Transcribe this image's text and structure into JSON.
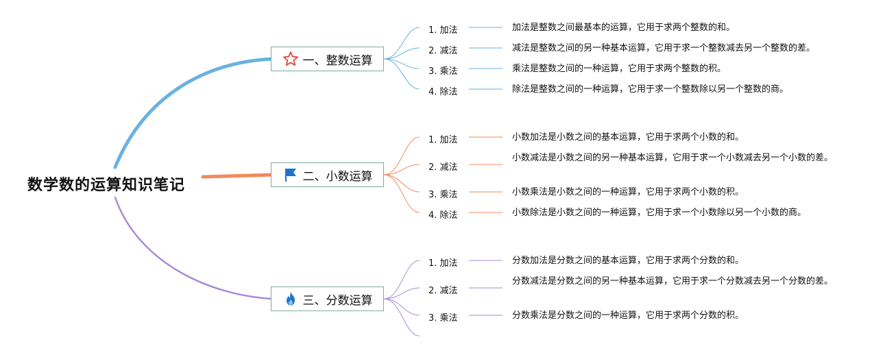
{
  "root": {
    "title": "数学数的运算知识笔记"
  },
  "colors": {
    "branch1": "#6ab2e0",
    "branch2": "#f2895c",
    "branch3": "#a98bd6",
    "box_border": "#7fa9a0"
  },
  "branches": [
    {
      "title": "一、整数运算",
      "icon": "star-icon",
      "color": "#6ab2e0",
      "items": [
        {
          "label": "1. 加法",
          "desc": "加法是整数之间最基本的运算，它用于求两个整数的和。"
        },
        {
          "label": "2. 减法",
          "desc": "减法是整数之间的另一种基本运算，它用于求一个整数减去另一个整数的差。"
        },
        {
          "label": "3. 乘法",
          "desc": "乘法是整数之间的一种运算，它用于求两个整数的积。"
        },
        {
          "label": "4. 除法",
          "desc": "除法是整数之间的一种运算，它用于求一个整数除以另一个整数的商。"
        }
      ]
    },
    {
      "title": "二、小数运算",
      "icon": "flag-icon",
      "color": "#f2895c",
      "items": [
        {
          "label": "1. 加法",
          "desc": "小数加法是小数之间的基本运算，它用于求两个小数的和。"
        },
        {
          "label": "2. 减法",
          "desc": "小数减法是小数之间的另一种基本运算，它用于求一个小数减去另一个小数的差。"
        },
        {
          "label": "3. 乘法",
          "desc": "小数乘法是小数之间的一种运算，它用于求两个小数的积。"
        },
        {
          "label": "4. 除法",
          "desc": "小数除法是小数之间的一种运算，它用于求一个小数除以另一个小数的商。"
        }
      ]
    },
    {
      "title": "三、分数运算",
      "icon": "fire-icon",
      "color": "#a98bd6",
      "items": [
        {
          "label": "1. 加法",
          "desc": "分数加法是分数之间的基本运算，它用于求两个分数的和。"
        },
        {
          "label": "2. 减法",
          "desc": "分数减法是分数之间的另一种基本运算，它用于求一个分数减去另一个分数的差。"
        },
        {
          "label": "3. 乘法",
          "desc": "分数乘法是分数之间的一种运算，它用于求两个分数的积。"
        }
      ]
    }
  ]
}
